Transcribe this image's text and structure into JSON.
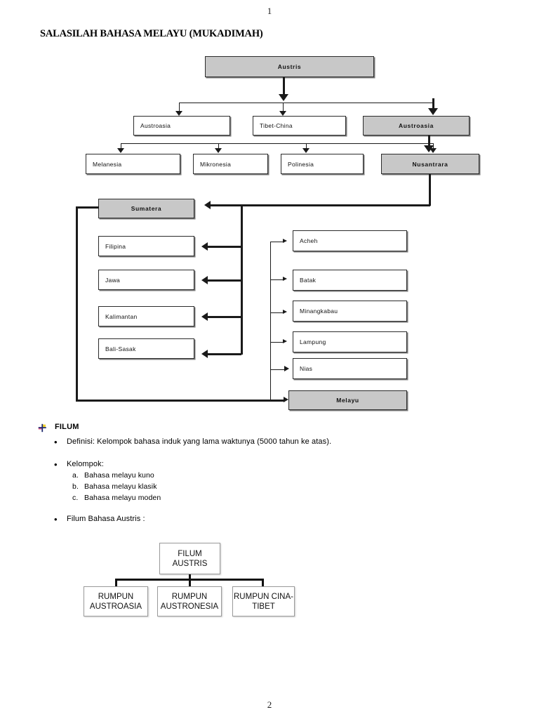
{
  "page": {
    "number_top": "1",
    "number_bottom": "2",
    "title": "SALASILAH BAHASA MELAYU (MUKADIMAH)"
  },
  "diagram_top": {
    "root": {
      "label": "Austris",
      "style": "gray"
    },
    "level2": [
      {
        "label": "Austroasia",
        "style": "white"
      },
      {
        "label": "Tibet-China",
        "style": "white"
      },
      {
        "label": "Austroasia",
        "style": "gray"
      }
    ],
    "level3": [
      {
        "label": "Melanesia",
        "style": "white"
      },
      {
        "label": "Mikronesia",
        "style": "white"
      },
      {
        "label": "Polinesia",
        "style": "white"
      },
      {
        "label": "Nusantrara",
        "style": "gray"
      }
    ],
    "left_column": [
      {
        "label": "Sumatera",
        "style": "gray"
      },
      {
        "label": "Filipina",
        "style": "white"
      },
      {
        "label": "Jawa",
        "style": "white"
      },
      {
        "label": "Kalimantan",
        "style": "white"
      },
      {
        "label": "Bali-Sasak",
        "style": "white"
      }
    ],
    "right_column": [
      {
        "label": "Acheh",
        "style": "white"
      },
      {
        "label": "Batak",
        "style": "white"
      },
      {
        "label": "Minangkabau",
        "style": "white"
      },
      {
        "label": "Lampung",
        "style": "white"
      },
      {
        "label": "Nias",
        "style": "white"
      },
      {
        "label": "Melayu",
        "style": "gray"
      }
    ],
    "colors": {
      "box_fill_gray": "#c8c8c8",
      "box_fill_white": "#ffffff",
      "line": "#1a1a1a"
    }
  },
  "content": {
    "heading": "FILUM",
    "heading_bullet_icon": "four-color-cross-icon",
    "bullets": [
      {
        "text": "Definisi: Kelompok bahasa induk yang lama waktunya (5000 tahun ke atas)."
      },
      {
        "text": "Kelompok:"
      },
      {
        "text": "Filum Bahasa Austris :"
      }
    ],
    "kelompok_items": [
      {
        "marker": "a.",
        "text": "Bahasa melayu kuno"
      },
      {
        "marker": "b.",
        "text": "Bahasa melayu klasik"
      },
      {
        "marker": "c.",
        "text": "Bahasa melayu moden"
      }
    ]
  },
  "diagram_bottom": {
    "root": {
      "label": "FILUM\nAUSTRIS",
      "line1": "FILUM",
      "line2": "AUSTRIS"
    },
    "children": [
      {
        "line1": "RUMPUN",
        "line2": "AUSTROASIA"
      },
      {
        "line1": "RUMPUN",
        "line2": "AUSTRONESIA"
      },
      {
        "line1": "RUMPUN CINA-",
        "line2": "TIBET"
      }
    ]
  }
}
